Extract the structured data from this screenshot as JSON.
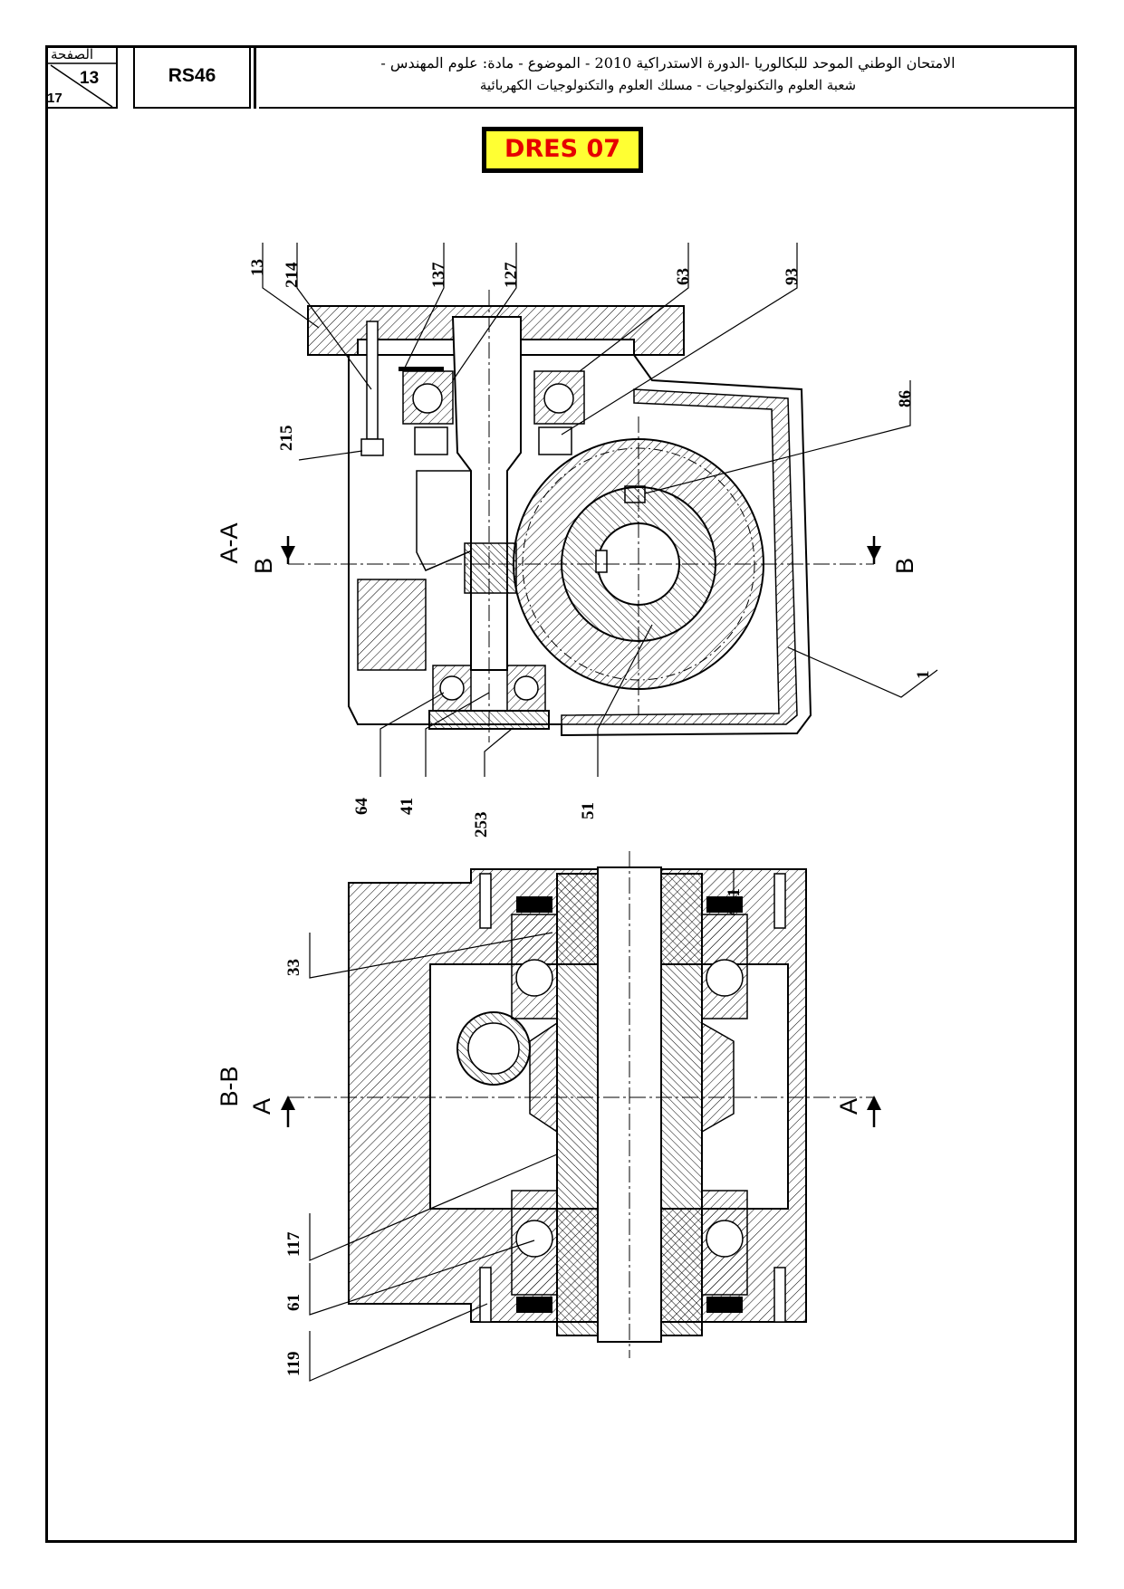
{
  "header": {
    "page_word": "الصفحة",
    "page_number": "13",
    "page_total": "17",
    "code": "RS46",
    "title_line1": "الامتحان الوطني الموحد للبكالوريا -الدورة الاستدراكية 2010 - الموضوع - مادة: علوم المهندس -",
    "title_line2": "شعبة العلوم والتكنولوجيات - مسلك العلوم والتكنولوجيات الكهربائية"
  },
  "document_label": "DRES 07",
  "view_aa": {
    "title": "A-A",
    "cut_left": "B",
    "cut_right": "B",
    "part_labels": [
      "13",
      "214",
      "137",
      "127",
      "63",
      "93",
      "215",
      "86",
      "1",
      "64",
      "41",
      "253",
      "51"
    ]
  },
  "view_bb": {
    "title": "B-B",
    "cut_left": "A",
    "cut_right": "A",
    "part_labels": [
      "33",
      "91",
      "117",
      "61",
      "119"
    ]
  },
  "colors": {
    "label_bg": "#ffff33",
    "label_text": "#e60000",
    "line": "#000000"
  }
}
